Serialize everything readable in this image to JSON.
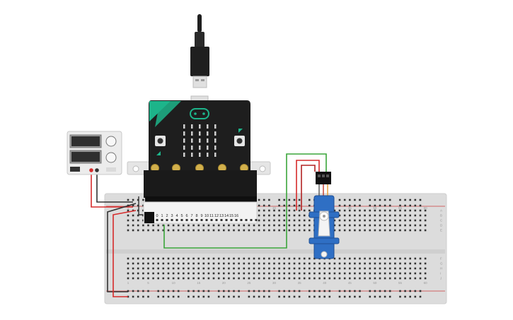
{
  "scene": {
    "components": {
      "usb_cable": {
        "icon": "usb-plug-icon"
      },
      "microbit": {
        "board_color": "#1e1e1e",
        "accent_color": "#1db48a",
        "edge_pin_labels": [
          "0",
          "1",
          "2",
          "3",
          "4",
          "5",
          "6",
          "7",
          "8",
          "9",
          "10",
          "11",
          "12",
          "13",
          "14",
          "15",
          "16",
          "",
          "",
          "",
          ""
        ]
      },
      "power_supply": {
        "icon": "power-supply-icon"
      },
      "servo": {
        "body_color": "#2f6fc4",
        "icon": "servo-icon"
      },
      "breadboard": {
        "column_numbers": [
          "1",
          "5",
          "10",
          "15",
          "20",
          "25",
          "30",
          "35",
          "40",
          "45",
          "50",
          "55",
          "60"
        ],
        "row_letters_top": [
          "A",
          "B",
          "C",
          "D",
          "E"
        ],
        "row_letters_bottom": [
          "F",
          "G",
          "H",
          "I",
          "J"
        ]
      }
    },
    "wire_colors": {
      "red": "#d62b2b",
      "black": "#333333",
      "green": "#3aa53a"
    }
  }
}
